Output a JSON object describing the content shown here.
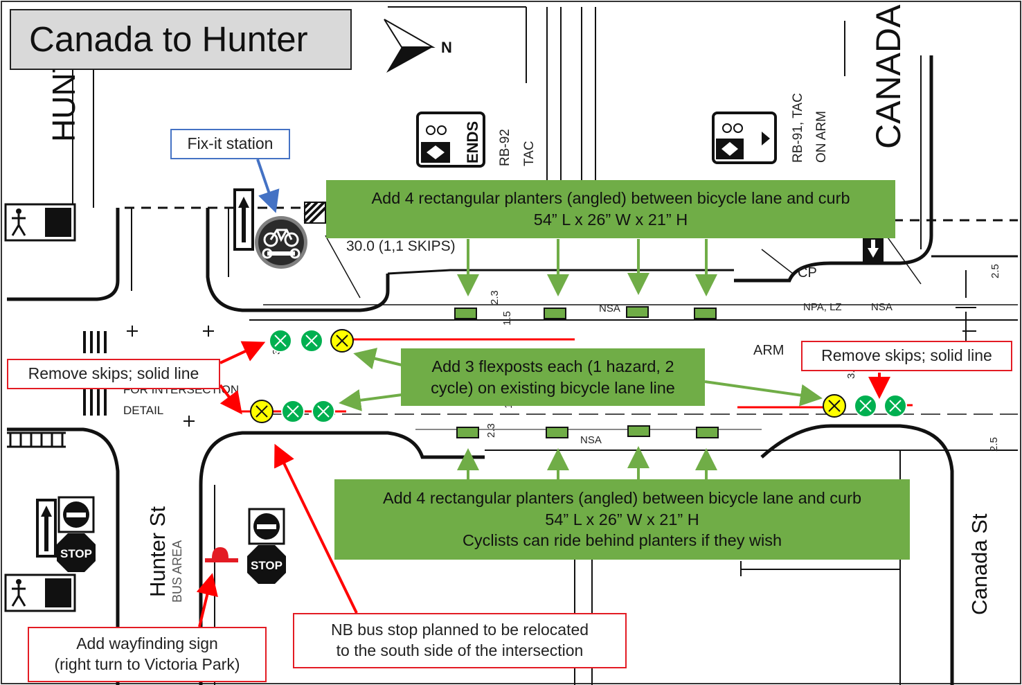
{
  "title": "Canada to Hunter",
  "north_arrow": {
    "label": "N",
    "icon": "north-arrow-icon"
  },
  "streets": {
    "hunter_top": "HUNT",
    "canada_top": "CANADA",
    "hunter_st": "Hunter St",
    "canada_st": "Canada St"
  },
  "callouts": {
    "fixit": "Fix-it station",
    "planters_top_line1": "Add 4 rectangular planters (angled) between bicycle lane and curb",
    "planters_top_line2": "54” L x 26” W x 21” H",
    "flexposts_line1": "Add 3 flexposts each (1 hazard, 2",
    "flexposts_line2": "cycle) on existing bicycle lane line",
    "remove_skips_left": "Remove skips; solid line",
    "remove_skips_right": "Remove skips; solid line",
    "planters_bottom_line1": "Add 4 rectangular planters (angled) between bicycle lane and curb",
    "planters_bottom_line2": "54” L x 26” W x 21” H",
    "planters_bottom_line3": "Cyclists can ride behind planters if they wish",
    "wayfinding_line1": "Add wayfinding sign",
    "wayfinding_line2": "(right turn to Victoria Park)",
    "busstop_line1": "NB bus stop planned to be relocated",
    "busstop_line2": "to the south side of the intersection"
  },
  "drawing_text": {
    "ends": "ENDS",
    "rb92": "RB-92",
    "tac": "TAC",
    "rb91": "RB-91, TAC",
    "on_arm": "ON ARM",
    "skips": "30.0  (1,1 SKIPS)",
    "nsa": "NSA",
    "cp": "CP",
    "npa_lz": "NPA, LZ",
    "arm": "ARM",
    "intersection": "FOR INTERSECTION",
    "detail": "DETAIL",
    "stop": "STOP",
    "bus_area": "BUS AREA",
    "dim_23": "2.3",
    "dim_15": "1.5",
    "dim_33": "3.3",
    "dim_25": "2.5"
  },
  "colors": {
    "callout_green": "#70ad47",
    "callout_red": "#e31b23",
    "callout_blue": "#4472c4",
    "arrow_green": "#70ad47",
    "arrow_red": "#ff0000",
    "arrow_blue": "#4472c4",
    "flexpost_cycle": "#00b050",
    "flexpost_hazard": "#ffff00",
    "planter_fill": "#70ad47"
  },
  "icons": [
    "bicycle-repair-icon",
    "pedestrian-icon",
    "stop-sign-icon",
    "do-not-enter-icon",
    "bike-lane-sign-icon",
    "lane-arrow-icon",
    "wayfinding-sign-icon"
  ]
}
